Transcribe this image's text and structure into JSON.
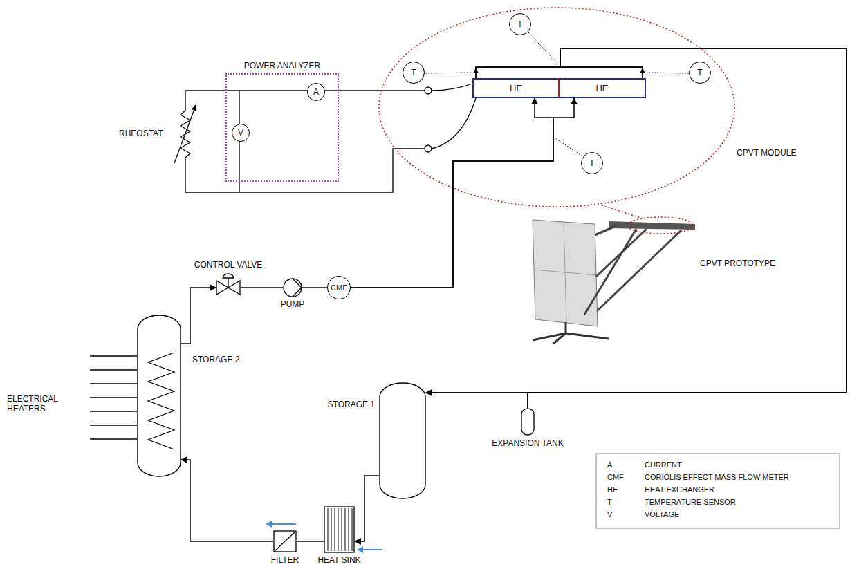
{
  "diagram": {
    "nodes": [
      {
        "text": [
          "POWER ANALYZER"
        ]
      },
      {
        "text": [
          "A"
        ],
        "in": 0
      },
      {
        "text": [
          "V"
        ],
        "in": 0
      },
      {
        "text": [
          "CPVT MODULE"
        ]
      },
      {
        "text": [
          "T"
        ],
        "in": 3
      },
      {
        "text": [
          "T"
        ],
        "in": 3
      },
      {
        "text": [
          "T"
        ],
        "in": 3
      },
      {
        "text": [
          "HE"
        ],
        "in": 3
      },
      {
        "text": [
          "HE"
        ],
        "in": 3
      },
      {
        "text": [
          "T"
        ],
        "in": 3
      },
      {
        "text": [
          "CONTROL VALVE"
        ]
      },
      {
        "text": [
          "PUMP"
        ]
      },
      {
        "text": [
          "CMF"
        ]
      },
      {
        "text": [
          "STORAGE 2"
        ]
      },
      {
        "text": [
          "STORAGE 1"
        ]
      },
      {
        "text": [
          "EXPANSION TANK"
        ]
      },
      {
        "text": [
          "FILTER"
        ]
      },
      {
        "text": [
          "HEAT SINK"
        ]
      }
    ],
    "edges": [
      {
        "from": 13,
        "to": 10,
        "arrow": "to"
      },
      {
        "from": 10,
        "to": 11,
        "arrow": "none"
      },
      {
        "from": 11,
        "to": 12,
        "arrow": "none"
      },
      {
        "from": 12,
        "to": 7,
        "arrow": "to"
      },
      {
        "from": 12,
        "to": 8,
        "arrow": "to"
      },
      {
        "from": 7,
        "to": 14,
        "arrow": "to"
      },
      {
        "from": 8,
        "to": 14,
        "arrow": "to"
      },
      {
        "from": 7,
        "to": 15,
        "arrow": "none"
      },
      {
        "from": 8,
        "to": 15,
        "arrow": "none"
      },
      {
        "from": 14,
        "to": 17,
        "arrow": "to"
      },
      {
        "from": 17,
        "to": 16,
        "arrow": "none"
      },
      {
        "from": 16,
        "to": 13,
        "arrow": "to"
      }
    ],
    "labels": [
      "RHEOSTAT",
      "ELECTRICAL HEATERS",
      "CPVT PROTOTYPE",
      "A",
      "CURRENT",
      "CMF",
      "CORIOLIS EFFECT MASS FLOW METER",
      "HE",
      "HEAT EXCHANGER",
      "T",
      "TEMPERATURE SENSOR",
      "V",
      "VOLTAGE"
    ]
  }
}
